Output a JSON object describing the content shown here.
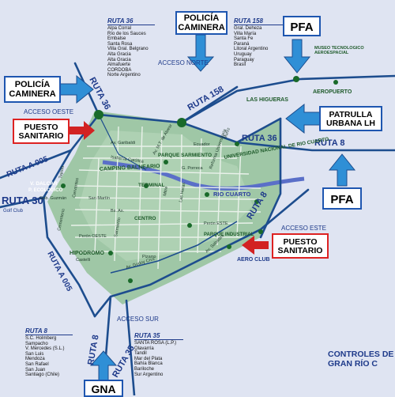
{
  "routes": {
    "ruta36_nw": "RUTA 36",
    "ruta36_e": "RUTA 36",
    "ruta158": "RUTA 158",
    "ruta8_e": "RUTA 8",
    "ruta8_se": "RUTA 8",
    "ruta8_s": "RUTA 8",
    "ruta35": "RUTA 35",
    "ruta30": "RUTA 30",
    "ruta_a005_w": "RUTA A 005",
    "ruta_a005_sw": "RUTA A 005"
  },
  "accesses": {
    "norte": "ACCESO NORTE",
    "oeste": "ACCESO OESTE",
    "este": "ACCESO ESTE",
    "sur": "ACCESO SUR"
  },
  "callouts": {
    "policia_caminera_top": "POLICÍA CAMINERA",
    "pfa_top": "PFA",
    "policia_caminera_left": "POLICÍA CAMINERA",
    "puesto_sanitario_left": "PUESTO SANITARIO",
    "patrulla_urbana": "PATRULLA URBANA LH",
    "pfa_right": "PFA",
    "puesto_sanitario_right": "PUESTO SANITARIO",
    "gna": "GNA"
  },
  "destinations": {
    "ruta36": {
      "header": "RUTA 36",
      "items": [
        "Alpa Corral",
        "Río de los Sauces",
        "Embalse",
        "Santa Rosa",
        "Villa Gral. Belgrano",
        "Alta Gracia",
        "Alta Gracia",
        "Almafuerte",
        "CORDOBA",
        "Norte Argentino"
      ]
    },
    "ruta158": {
      "header": "RUTA 158",
      "items": [
        "Gral. Deheza",
        "Villa María",
        "Santa Fe",
        "Paraná",
        "Litoral Argentino",
        "Uruguay",
        "Paraguay",
        "Brasil"
      ]
    },
    "ruta8": {
      "header": "RUTA 8",
      "items": [
        "S.C. Holmberg",
        "Sampacho",
        "V. Mercedes (S.L.)",
        "San Luis",
        "Mendoza",
        "San Rafael",
        "San Juan",
        "Santiago (Chile)"
      ]
    },
    "ruta35": {
      "header": "RUTA 35",
      "items": [
        "SANTA ROSA (L.P.)",
        "Olavarría",
        "Tandil",
        "Mar del Plata",
        "Bahía Blanca",
        "Bariloche",
        "Sur Argentino"
      ]
    }
  },
  "places": {
    "museo": "MUSEO TECNOLOGICO AEROESPACIAL",
    "las_higueras": "LAS HIGUERAS",
    "aeropuerto": "AEROPUERTO",
    "universidad": "UNIVERSIDAD NACIONAL DE RIO CUARTO",
    "parque_sarmiento": "PARQUE SARMIENTO",
    "camping": "CAMPING BALNEARIO",
    "rio_cuarto": "RIO CUARTO",
    "terminal": "TERMINAL",
    "centro": "CENTRO",
    "hipodromo": "HIPODROMO",
    "v_dalcar": "V. DALCAR",
    "p_ecologico": "P. ECOLOGICO",
    "golf_club": "Golf Club",
    "parque_industrial": "PARQUE INDUSTRIAL",
    "aero_club": "AERO CLUB"
  },
  "streets": {
    "garibaldi": "Av. Garibaldi",
    "isabel": "Isabel la Católica",
    "marcelo": "Av. M.T. de Alvear",
    "ecuador": "Ecuador",
    "muniz": "Muñiz",
    "reforma": "Reforma Universitaria",
    "porreca": "G. Porreca",
    "gdor_guzman": "Gob. Guzmán",
    "tejeda": "Tejeda",
    "cervantes": "Cervantes",
    "san_martin": "San Martín",
    "bs_as": "Bs. As.",
    "cementerio": "Cementerio",
    "castelli": "Castelli",
    "peron_oeste": "Perón OESTE",
    "peron_este": "Perón ESTE",
    "las_heras": "Las Heras",
    "av_sabattini": "Av. Sabattini",
    "godoy_cruz": "Av. Godoy Cruz",
    "pizarro": "Pizarro",
    "mitre": "Mitre",
    "sarmiento_st": "Sarmiento"
  },
  "footer": {
    "line1": "CONTROLES DE",
    "line2": "GRAN RÍO C"
  },
  "colors": {
    "background": "#dfe4f2",
    "city": "#9fc7a6",
    "road": "#1d4d8e",
    "river": "#5a6fc8",
    "arrow_blue": "#2f8fd6",
    "arrow_red": "#d22222",
    "text_dark_blue": "#1e3a8a",
    "dot": "#196a2a"
  }
}
